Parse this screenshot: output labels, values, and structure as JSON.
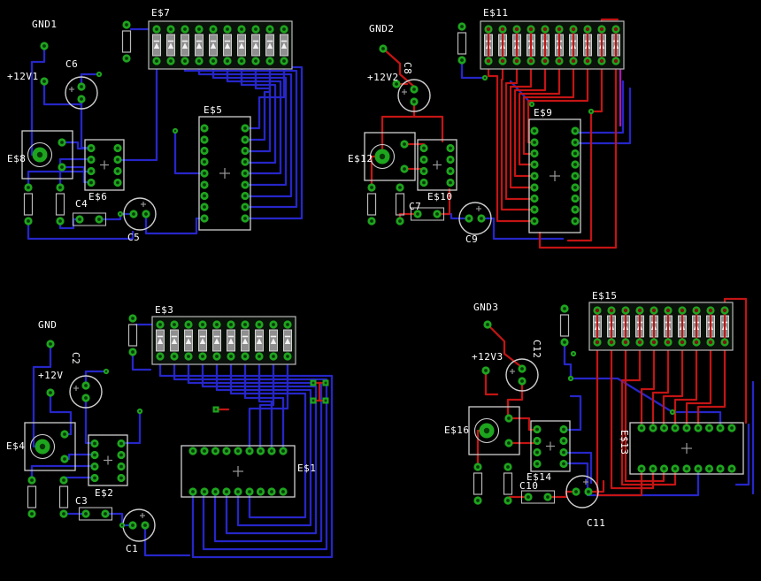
{
  "canvas": {
    "background": "#000000"
  },
  "colors": {
    "bottom_trace": "#2626c8",
    "top_trace": "#c41414",
    "overlap_trace": "#b214b2",
    "pad": "#1ea51e",
    "silkscreen": "#cfcfcf",
    "text": "#ffffff"
  },
  "boards": [
    {
      "id": "board-1",
      "position": "top-left",
      "labels": {
        "gnd": "GND1",
        "vcc": "+12V1",
        "diode_array": "E$7",
        "main_ic": "E$5",
        "trimmer": "E$8",
        "ic8": "E$6",
        "cap_a": "C4",
        "cap_b": "C5",
        "cap_c": "C6"
      }
    },
    {
      "id": "board-2",
      "position": "top-right",
      "labels": {
        "gnd": "GND2",
        "vcc": "+12V2",
        "diode_array": "E$11",
        "main_ic": "E$9",
        "trimmer": "E$12",
        "ic8": "E$10",
        "cap_a": "C7",
        "cap_b": "C9",
        "cap_c": "C8"
      }
    },
    {
      "id": "board-3",
      "position": "bottom-left",
      "labels": {
        "gnd": "GND",
        "vcc": "+12V",
        "diode_array": "E$3",
        "main_ic": "E$1",
        "trimmer": "E$4",
        "ic8": "E$2",
        "cap_a": "C3",
        "cap_b": "C1",
        "cap_c": "C2"
      }
    },
    {
      "id": "board-4",
      "position": "bottom-right",
      "labels": {
        "gnd": "GND3",
        "vcc": "+12V3",
        "diode_array": "E$15",
        "main_ic": "E$13",
        "trimmer": "E$16",
        "ic8": "E$14",
        "cap_a": "C10",
        "cap_b": "C11",
        "cap_c": "C12"
      }
    }
  ]
}
